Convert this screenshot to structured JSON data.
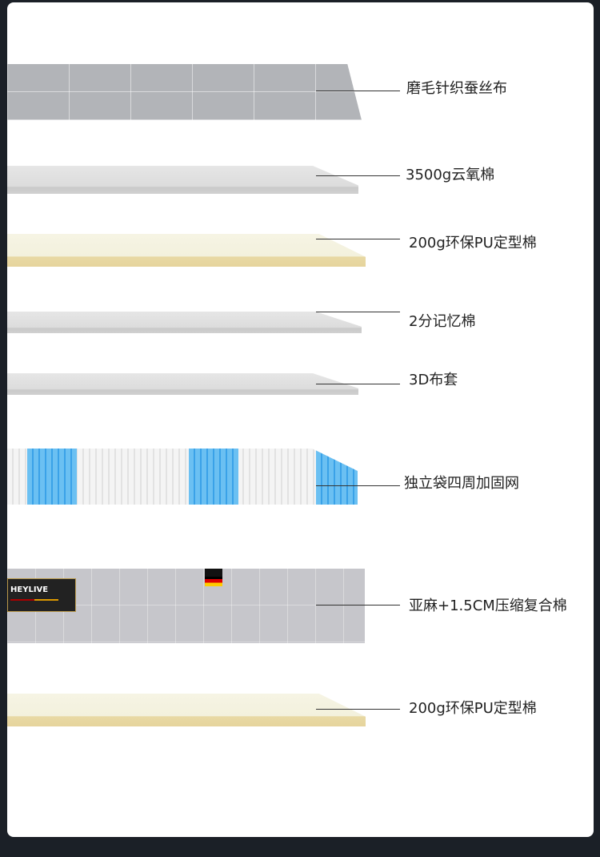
{
  "layers": [
    {
      "label": "磨毛针织蚕丝布"
    },
    {
      "label": "3500g云氧棉"
    },
    {
      "label": "200g环保PU定型棉"
    },
    {
      "label": "2分记忆棉"
    },
    {
      "label": "3D布套"
    },
    {
      "label": "独立袋四周加固网"
    },
    {
      "label": "亚麻+1.5CM压缩复合棉"
    },
    {
      "label": "200g环保PU定型棉"
    }
  ],
  "brand": {
    "logo_text": "HEYLIVE"
  }
}
